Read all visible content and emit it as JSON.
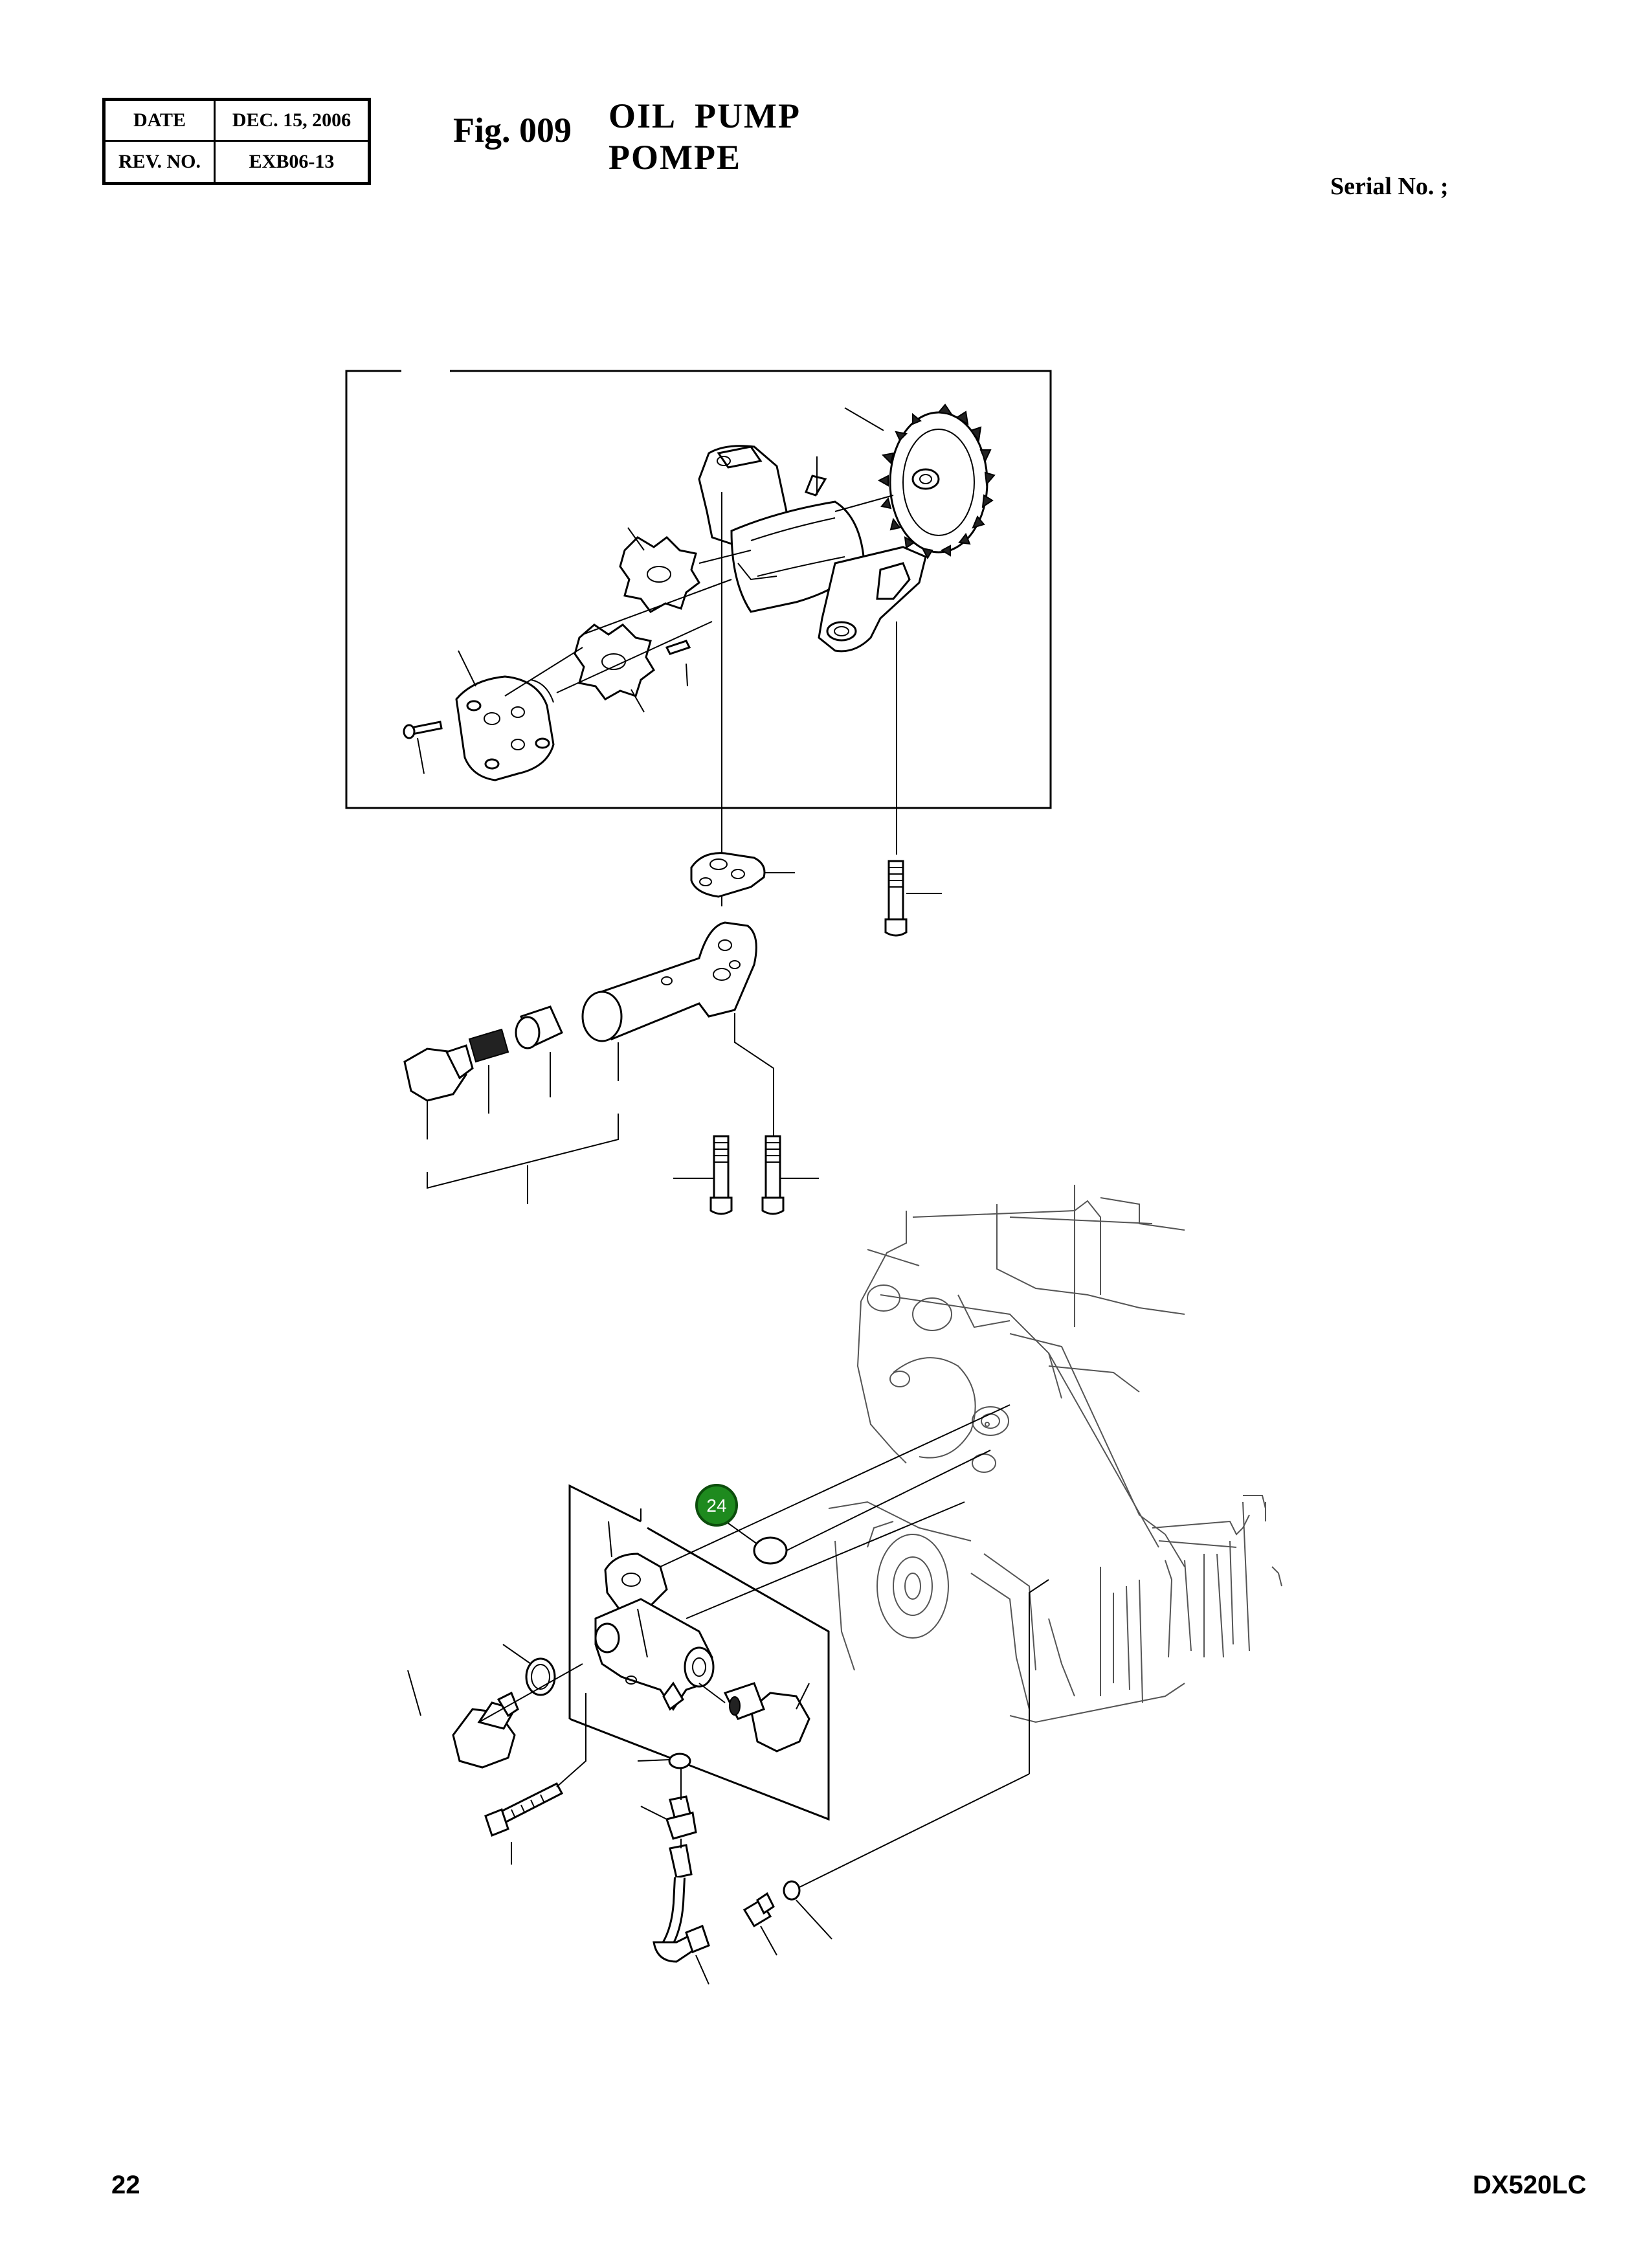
{
  "revision_table": {
    "date_label": "DATE",
    "date_value": "DEC. 15, 2006",
    "rev_label": "REV. NO.",
    "rev_value": "EXB06-13"
  },
  "header": {
    "figure_number": "Fig. 009",
    "title_en": "OIL  PUMP",
    "title_fr": "POMPE",
    "serial": "Serial No. ;"
  },
  "diagram": {
    "callouts": [
      {
        "label": "24",
        "color": "#1e8a1e"
      }
    ]
  },
  "footer": {
    "page_number": "22",
    "model": "DX520LC"
  }
}
